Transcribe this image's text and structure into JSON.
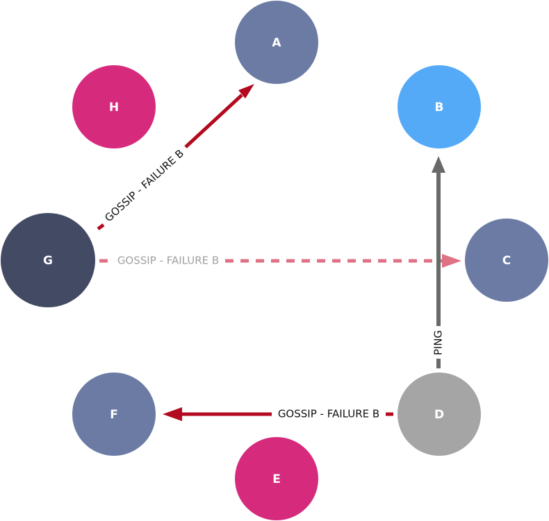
{
  "colors": {
    "node_default": "#6b7ba4",
    "node_suspect": "#d62a7d",
    "node_target": "#55aaf8",
    "node_sender": "#434a64",
    "node_pinger": "#a5a5a5",
    "gossip": "#b30a20",
    "gossip_faded": "#de7183",
    "ping": "#696969",
    "faded_label": "#a0a0a0",
    "label": "#111111"
  },
  "nodes": {
    "a": {
      "label": "A"
    },
    "b": {
      "label": "B"
    },
    "c": {
      "label": "C"
    },
    "d": {
      "label": "D"
    },
    "e": {
      "label": "E"
    },
    "f": {
      "label": "F"
    },
    "g": {
      "label": "G"
    },
    "h": {
      "label": "H"
    }
  },
  "edges": {
    "g_to_a": {
      "label": "GOSSIP - FAILURE B"
    },
    "g_to_c": {
      "label": "GOSSIP - FAILURE B"
    },
    "d_to_f": {
      "label": "GOSSIP - FAILURE B"
    },
    "d_to_b": {
      "label": "PING"
    }
  }
}
